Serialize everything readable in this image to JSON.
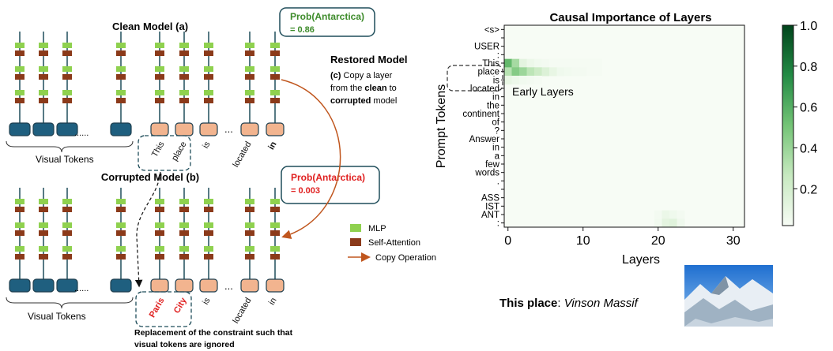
{
  "diagram": {
    "clean_title": "Clean Model (a)",
    "clean_prob_label": "Prob(Antarctica)",
    "clean_prob_value": "= 0.86",
    "restored_title": "Restored Model",
    "restored_c": "(c)",
    "restored_line1": "Copy a layer",
    "restored_line2a": "from the ",
    "restored_line2b": "clean",
    "restored_line2c": " to",
    "restored_line3a": "corrupted",
    "restored_line3b": " model",
    "corrupted_title": "Corrupted Model (b)",
    "corrupted_prob_label": "Prob(Antarctica)",
    "corrupted_prob_value": "= 0.003",
    "visual_tokens_label": "Visual Tokens",
    "ellipsis": "......",
    "dots": "...",
    "clean_tokens": [
      "This",
      "place",
      "is",
      "located",
      "in"
    ],
    "corrupted_tokens": [
      "Paris",
      "City",
      "is",
      "located",
      "in"
    ],
    "legend": {
      "mlp": "MLP",
      "attn": "Self-Attention",
      "copy": "Copy Operation"
    },
    "caption_line1": "Replacement of the constraint such that",
    "caption_line2": "visual tokens are ignored",
    "colors": {
      "mlp": "#8fd14f",
      "attn": "#8b3a1a",
      "visual_token": "#1f5f7f",
      "text_token": "#f2b48f",
      "copy_arrow": "#c0561e",
      "clean_prob": "#3d8b2a",
      "corrupted_prob": "#e02020"
    }
  },
  "chart_data": {
    "type": "heatmap",
    "title": "Causal Importance of Layers",
    "xlabel": "Layers",
    "ylabel": "Prompt Tokens",
    "xlim": [
      0,
      32
    ],
    "xticks": [
      0,
      10,
      20,
      30
    ],
    "yticklabels": [
      "<s>",
      "",
      "USER",
      ":",
      "This",
      "place",
      "is",
      "located",
      "in",
      "the",
      "continent",
      "of",
      "?",
      "Answer",
      "in",
      "a",
      "few",
      "words",
      ".",
      "",
      "ASS",
      "IST",
      "ANT",
      ":"
    ],
    "colorbar_ticks": [
      0.2,
      0.4,
      0.6,
      0.8,
      1.0
    ],
    "colorbar_range": [
      0,
      1.0
    ],
    "annotation": "Early Layers",
    "cells": [
      {
        "row": 4,
        "values": [
          0.55,
          0.35,
          0.1,
          0.05,
          0.03,
          0.02,
          0.01,
          0.01,
          0.01,
          0.01,
          0.01,
          0.01,
          0.01
        ]
      },
      {
        "row": 5,
        "values": [
          0.3,
          0.45,
          0.38,
          0.28,
          0.22,
          0.14,
          0.08,
          0.04,
          0.03,
          0.02,
          0.02,
          0.01,
          0.01
        ]
      },
      {
        "row": 6,
        "values": [
          0.08,
          0.05,
          0.03,
          0.02,
          0.01
        ]
      },
      {
        "row": 22,
        "values": [
          0,
          0,
          0,
          0,
          0,
          0,
          0,
          0,
          0,
          0,
          0,
          0,
          0,
          0,
          0,
          0,
          0,
          0,
          0,
          0,
          0.02,
          0.06,
          0.04,
          0.02
        ]
      },
      {
        "row": 23,
        "values": [
          0,
          0,
          0,
          0,
          0,
          0,
          0,
          0,
          0,
          0,
          0,
          0,
          0,
          0,
          0,
          0,
          0,
          0,
          0,
          0,
          0.03,
          0.1,
          0.12,
          0.04
        ]
      }
    ]
  },
  "photo_caption_bold": "This place",
  "photo_caption_colon": ": ",
  "photo_caption_answer": "Vinson Massif"
}
